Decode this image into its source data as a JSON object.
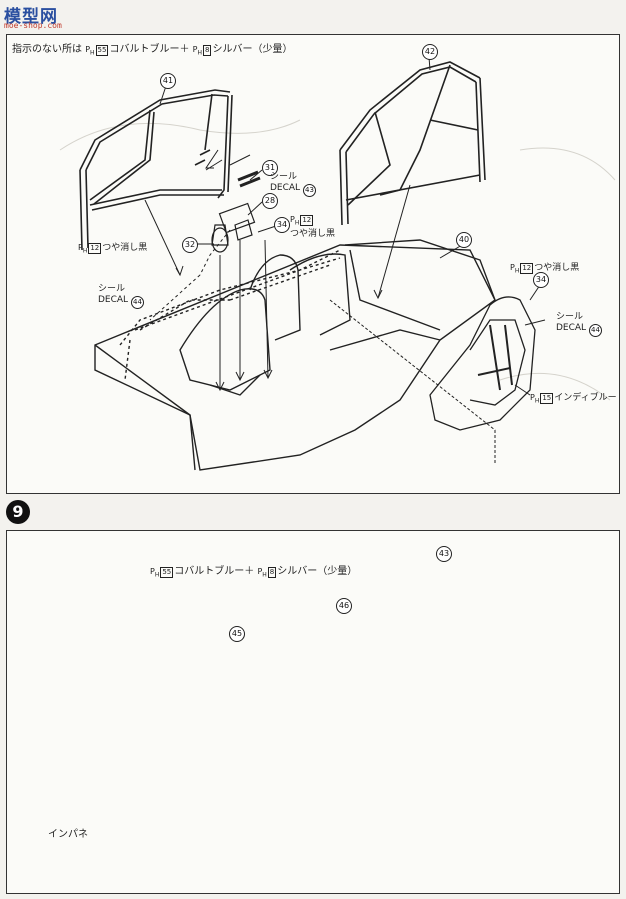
{
  "watermark": {
    "brand": "模型网",
    "url": "moe-shop.com"
  },
  "step_number": "9",
  "top_panel": {
    "note_prefix": "指示のない所は",
    "note_p1": "55",
    "note_c1": "コバルトブルー＋",
    "note_p2": "8",
    "note_c2": "シルバー（少量）",
    "parts": {
      "p41": "41",
      "p42": "42",
      "p31": "31",
      "p28": "28",
      "p34a": "34",
      "p32": "32",
      "p40": "40",
      "p34b": "34",
      "decal43": "43",
      "decal44a": "44",
      "decal44b": "44"
    },
    "labels": {
      "seal_decal_43_seal": "シール",
      "seal_decal_43_decal": "DECAL",
      "matte_black_1_code": "12",
      "matte_black_1_text": "つや消し黒",
      "matte_black_2_code": "12",
      "matte_black_2_text": "つや消し黒",
      "seal_decal_44_seal": "シール",
      "seal_decal_44_decal": "DECAL",
      "matte_black_3_code": "12",
      "matte_black_3_text": "つや消し黒",
      "seal_decal_44b_seal": "シール",
      "seal_decal_44b_decal": "DECAL",
      "indigo_code": "15",
      "indigo_text": "インディブルー"
    }
  },
  "bottom_panel": {
    "note_p1": "55",
    "note_c1": "コバルトブルー＋",
    "note_p2": "8",
    "note_c2": "シルバー（少量）",
    "parts": {
      "p43": "43",
      "p46": "46",
      "p45": "45"
    },
    "dashboard_label": "インパネ"
  }
}
